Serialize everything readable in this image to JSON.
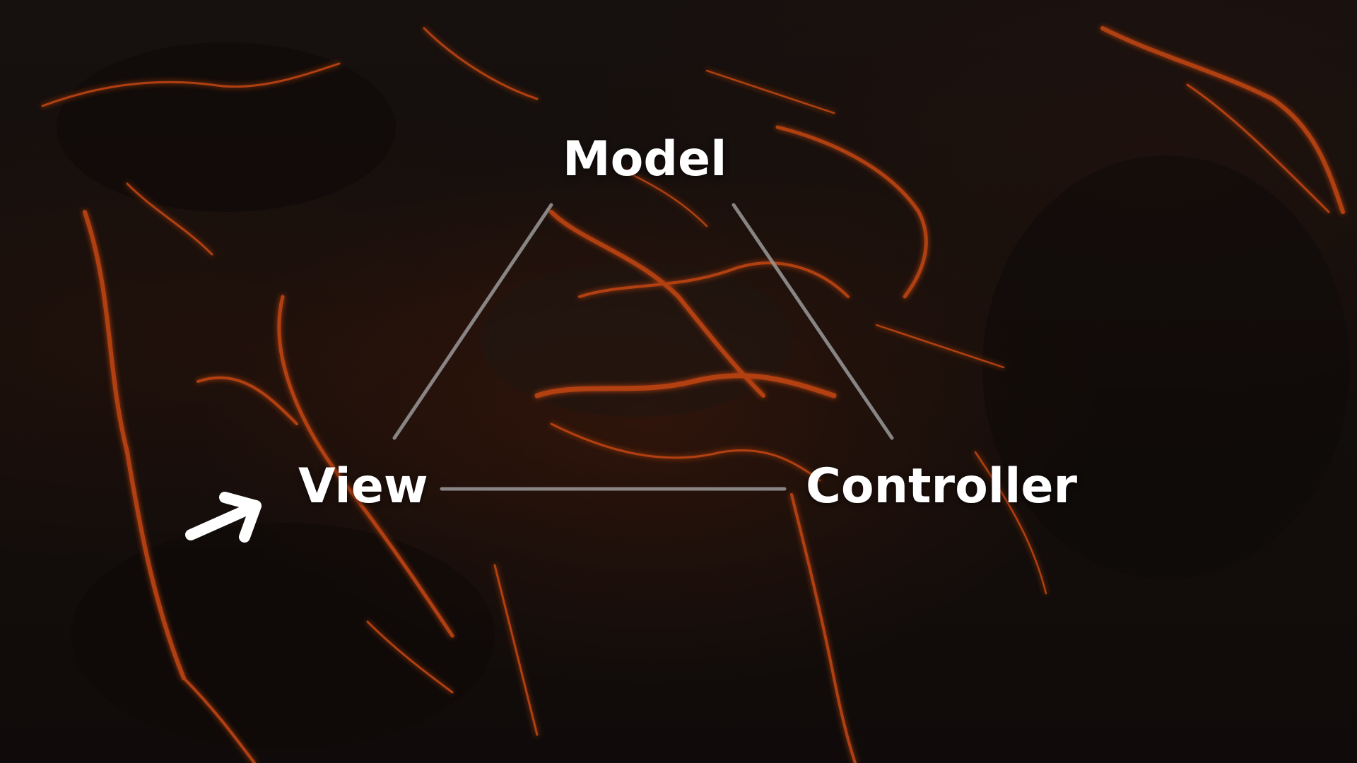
{
  "diagram": {
    "nodes": {
      "model": "Model",
      "view": "View",
      "controller": "Controller"
    },
    "edges": [
      [
        "Model",
        "View"
      ],
      [
        "Model",
        "Controller"
      ],
      [
        "View",
        "Controller"
      ]
    ],
    "pointer": {
      "target": "View",
      "icon": "arrow-icon"
    }
  },
  "colors": {
    "label": "#ffffff",
    "connector": "#9a9a9a",
    "lava": "#ff5a14",
    "rock": "#1a1310"
  }
}
